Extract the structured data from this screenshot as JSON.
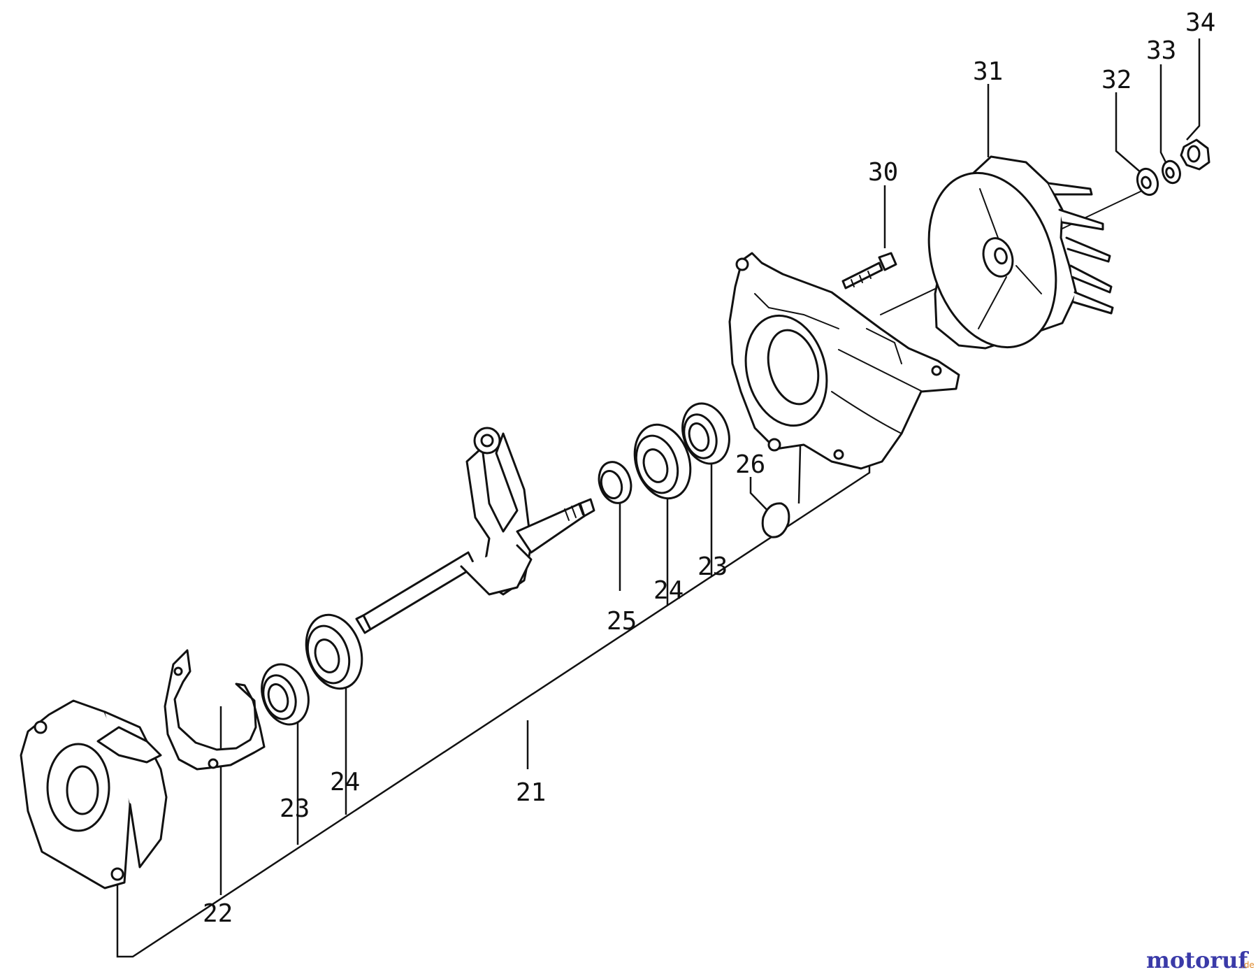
{
  "labels": {
    "n21": "21",
    "n22": "22",
    "n23_left": "23",
    "n24_left": "24",
    "n25": "25",
    "n24_right": "24",
    "n23_right": "23",
    "n26": "26",
    "n30": "30",
    "n31": "31",
    "n32": "32",
    "n33": "33",
    "n34": "34"
  },
  "watermark": {
    "text": "motoruf",
    "suffix": ".de",
    "color_main": "#3a3aa8",
    "color_accent": "#e08a2c"
  }
}
